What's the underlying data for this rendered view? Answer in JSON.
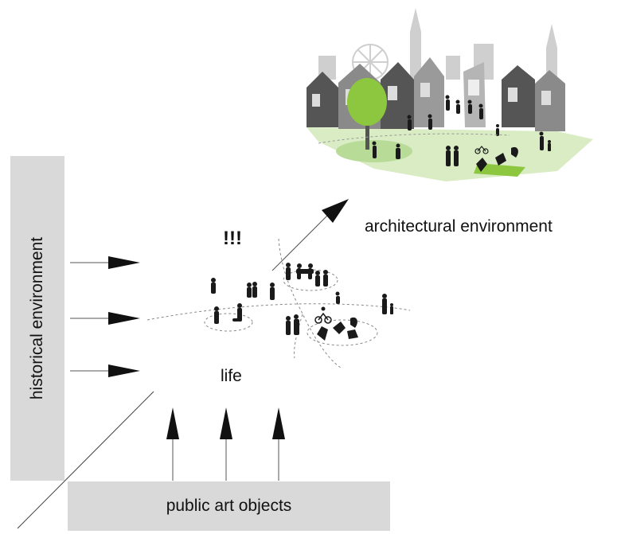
{
  "labels": {
    "historical": "historical environment",
    "art_objects": "public art objects",
    "architectural": "architectural environment",
    "life": "life",
    "emphasis": "!!!"
  },
  "colors": {
    "box_fill": "#d9d9d9",
    "arrow": "#111111",
    "people": "#1a1a1a",
    "ground": "#d9ecc4",
    "tree": "#8dc63f",
    "house_dark": "#555555",
    "house_light": "#9a9a9a",
    "skyline": "#cfcfcf"
  },
  "icons": [
    "arrow-right-icon",
    "arrow-up-icon",
    "arrow-diagonal-icon",
    "person-silhouette-icon",
    "tree-icon",
    "house-icon",
    "ferris-wheel-icon",
    "church-spire-icon",
    "bicycle-icon"
  ]
}
